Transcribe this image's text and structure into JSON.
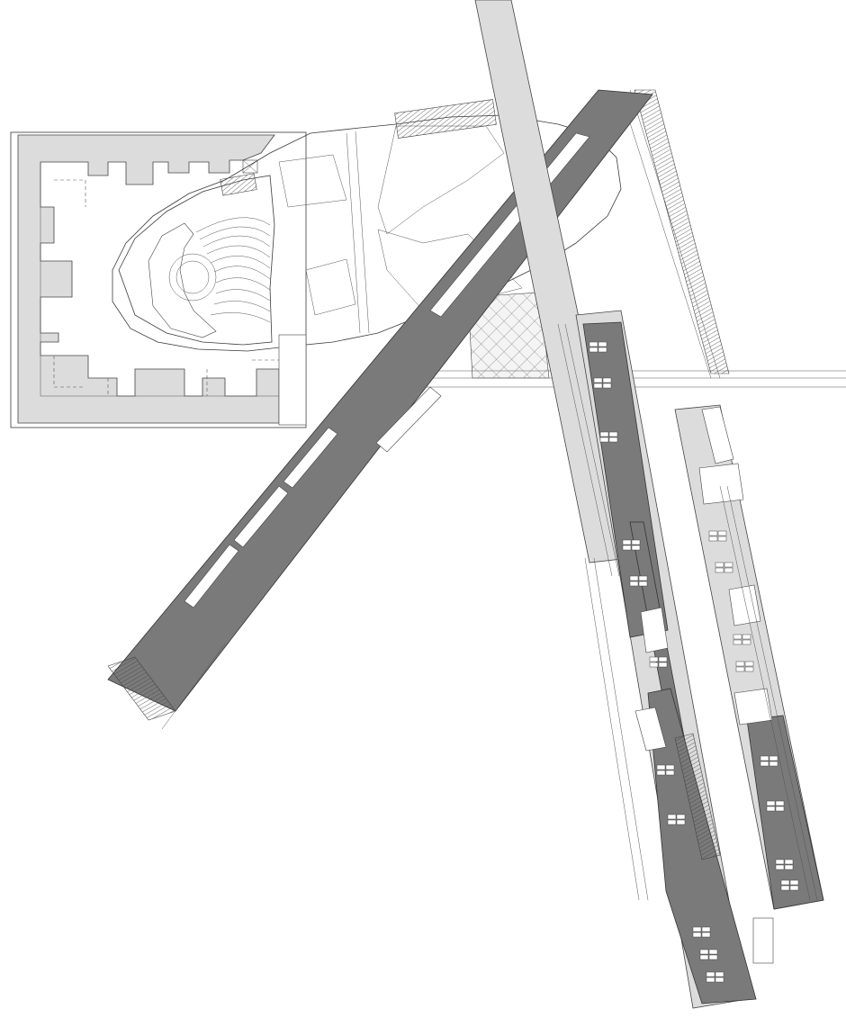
{
  "drawing": {
    "colors": {
      "background": "#ffffff",
      "line": "#3a3a3a",
      "dark_fill": "#7a7a7a",
      "light_fill": "#dcdcdc"
    },
    "elements": [
      "auditorium-building",
      "diagonal-walkway-bridge",
      "diagonal-light-gray-bridge",
      "elliptical-plaza",
      "office-wing-left",
      "office-wing-right"
    ]
  }
}
